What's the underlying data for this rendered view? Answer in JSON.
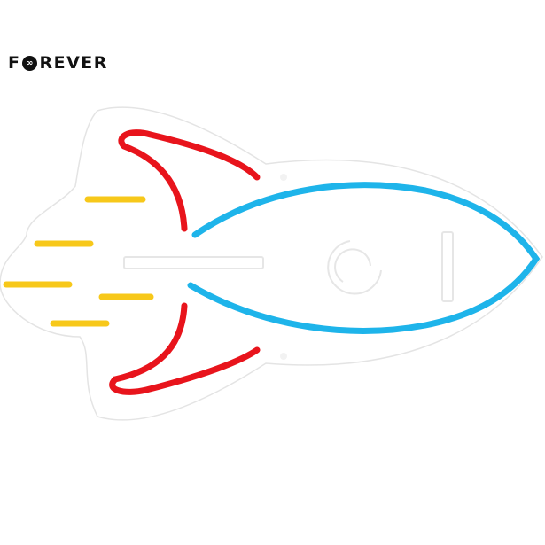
{
  "brand": {
    "logo_text": "FOREVER",
    "parts": [
      "F",
      "REVER"
    ]
  },
  "product": {
    "type": "neon sign",
    "subject": "rocket",
    "colors": {
      "fins": "#e8141c",
      "body": "#1eb4ea",
      "exhaust": "#f7c81a",
      "backplate_edge": "#e4e4e4"
    }
  }
}
